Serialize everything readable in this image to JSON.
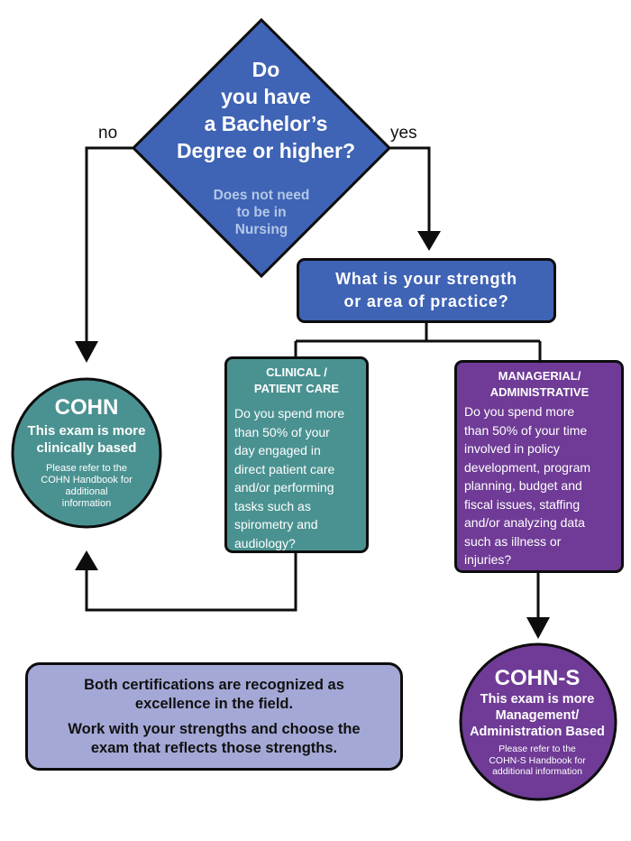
{
  "diamond": {
    "question": [
      "Do",
      "you have",
      "a Bachelor’s",
      "Degree or higher?"
    ],
    "note": [
      "Does not need",
      "to be in",
      "Nursing"
    ]
  },
  "edges": {
    "no_label": "no",
    "yes_label": "yes"
  },
  "strength_box": {
    "lines": [
      "What is your strength",
      "or area of practice?"
    ]
  },
  "clinical": {
    "title": [
      "CLINICAL /",
      "PATIENT CARE"
    ],
    "body": [
      "Do you spend more",
      "than 50% of your",
      "day engaged in",
      "direct patient care",
      "and/or performing",
      "tasks such as",
      "spirometry and",
      "audiology?"
    ]
  },
  "managerial": {
    "title": [
      "MANAGERIAL/",
      "ADMINISTRATIVE"
    ],
    "body": [
      "Do you spend more",
      "than 50% of your time",
      "involved in policy",
      "development, program",
      "planning, budget and",
      "fiscal issues, staffing",
      "and/or analyzing data",
      "such as illness or",
      "injuries?"
    ]
  },
  "cohn": {
    "name": "COHN",
    "description": [
      "This exam is more",
      "clinically based"
    ],
    "note": [
      "Please refer to the",
      "COHN Handbook for",
      "additional",
      "information"
    ]
  },
  "cohn_s": {
    "name": "COHN-S",
    "description": [
      "This exam is more",
      "Management/",
      "Administration Based"
    ],
    "note": [
      "Please refer to the",
      "COHN-S Handbook for",
      "additional information"
    ]
  },
  "info_box": {
    "line1": [
      "Both certifications are recognized as",
      "excellence in the field."
    ],
    "line2": [
      "Work with your strengths and choose the",
      "exam that reflects those strengths."
    ]
  },
  "colors": {
    "diamond": "#3f63b5",
    "strength_box": "#3f63b5",
    "clinical": "#4a9291",
    "managerial": "#6f3b96",
    "cohn": "#4a9291",
    "cohn_s": "#6f3b96",
    "info_box": "#a4a8d6",
    "note_text": "#b3c7e6"
  }
}
